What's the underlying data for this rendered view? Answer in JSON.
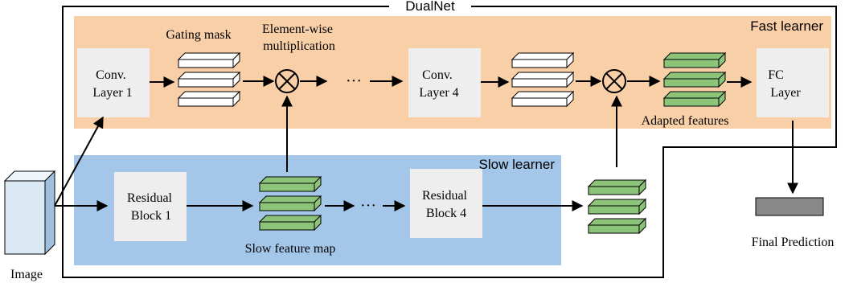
{
  "title": "DualNet",
  "fast": {
    "label": "Fast learner",
    "conv1": [
      "Conv.",
      "Layer 1"
    ],
    "gating_mask": "Gating mask",
    "elementwise": [
      "Element-wise",
      "multiplication"
    ],
    "ellipsis": "···",
    "conv4": [
      "Conv.",
      "Layer 4"
    ],
    "adapted_features": "Adapted features",
    "fc": [
      "FC",
      "Layer"
    ]
  },
  "slow": {
    "label": "Slow learner",
    "res1": [
      "Residual",
      "Block 1"
    ],
    "feature_map": "Slow feature map",
    "ellipsis": "···",
    "res4": [
      "Residual",
      "Block 4"
    ]
  },
  "image_label": "Image",
  "prediction_label": "Final Prediction",
  "colors": {
    "fast_bg": "#f9cfa8",
    "slow_bg": "#a4c6e8",
    "block_bg": "#eeeeee",
    "green": "#8cc47a",
    "prediction": "#888888",
    "image_face": "#dbe9f5"
  }
}
